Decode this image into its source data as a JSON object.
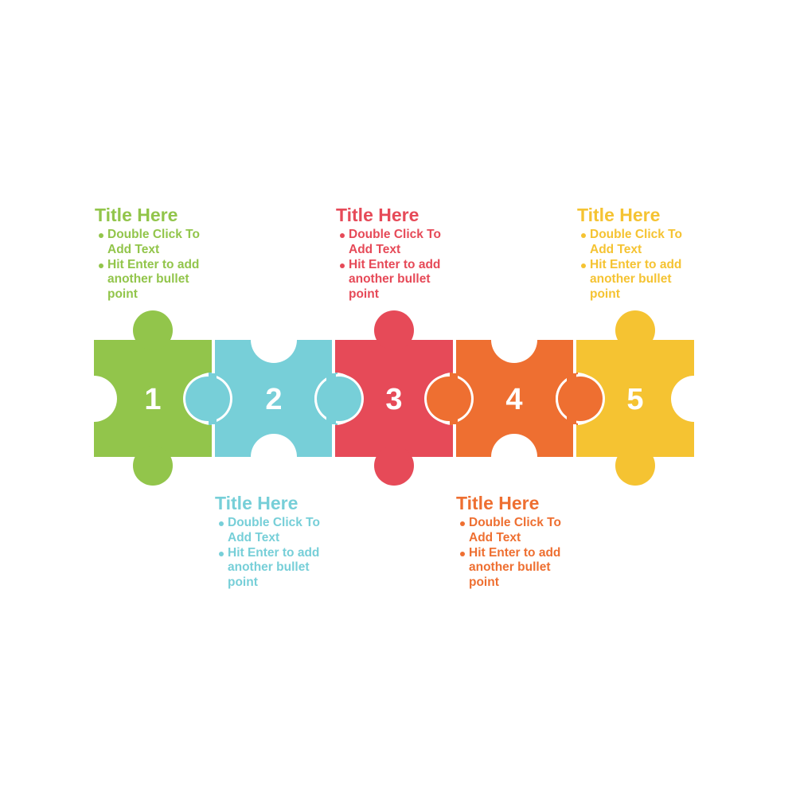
{
  "diagram": {
    "type": "puzzle-process",
    "colors": {
      "green": "#92c54b",
      "cyan": "#77cfd8",
      "red": "#e64a58",
      "orange": "#ee6f31",
      "yellow": "#f5c332",
      "background": "#ffffff",
      "number": "#ffffff"
    },
    "pieces": [
      {
        "number": "1",
        "color": "#92c54b"
      },
      {
        "number": "2",
        "color": "#77cfd8"
      },
      {
        "number": "3",
        "color": "#e64a58"
      },
      {
        "number": "4",
        "color": "#ee6f31"
      },
      {
        "number": "5",
        "color": "#f5c332"
      }
    ],
    "steps": [
      {
        "title": "Title Here",
        "bullets": [
          "Double Click To Add Text",
          "Hit Enter to add another bullet point"
        ],
        "color": "#92c54b",
        "position": "top"
      },
      {
        "title": "Title Here",
        "bullets": [
          "Double Click To Add Text",
          "Hit Enter to add another bullet point"
        ],
        "color": "#77cfd8",
        "position": "bottom"
      },
      {
        "title": "Title Here",
        "bullets": [
          "Double Click To Add Text",
          "Hit Enter to add another bullet point"
        ],
        "color": "#e64a58",
        "position": "top"
      },
      {
        "title": "Title Here",
        "bullets": [
          "Double Click To Add Text",
          "Hit Enter to add another bullet point"
        ],
        "color": "#ee6f31",
        "position": "bottom"
      },
      {
        "title": "Title Here",
        "bullets": [
          "Double Click To Add Text",
          "Hit Enter to add another bullet point"
        ],
        "color": "#f5c332",
        "position": "top"
      }
    ]
  }
}
